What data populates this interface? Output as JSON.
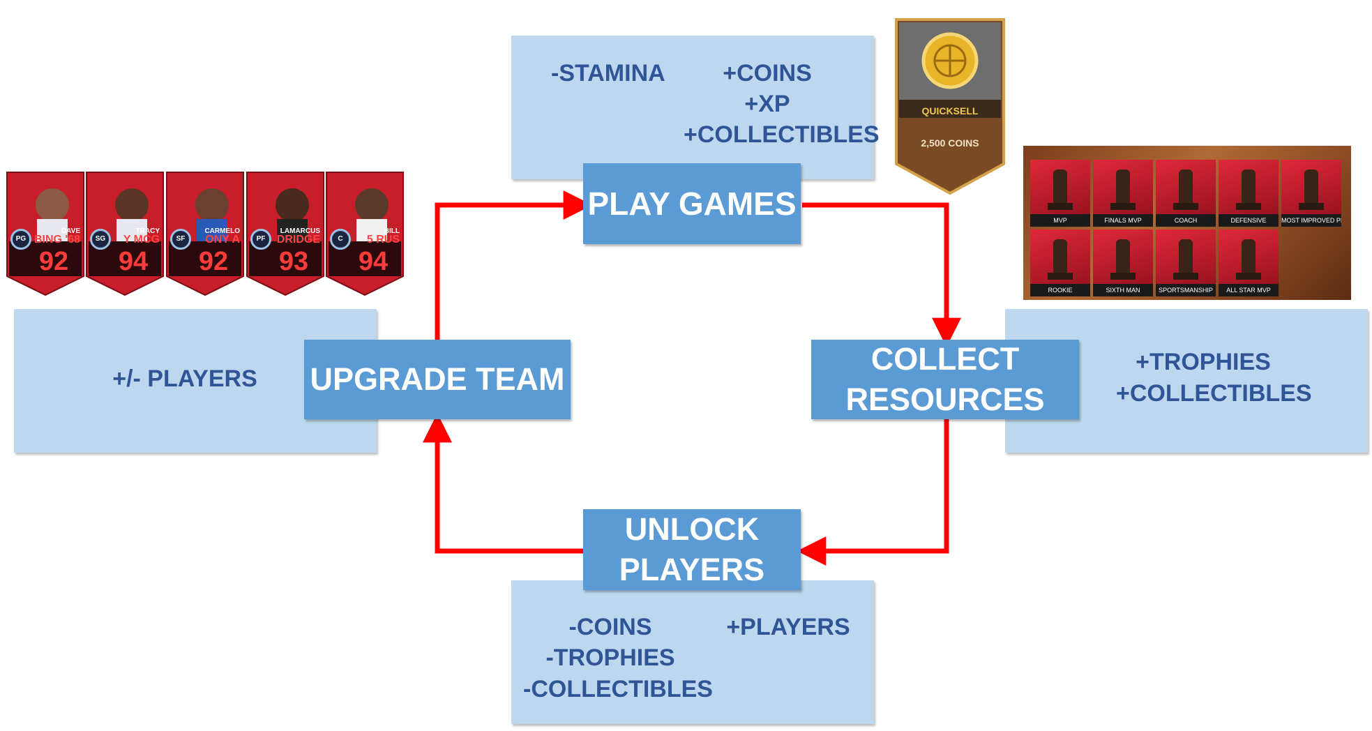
{
  "nodes": {
    "play_games": "PLAY GAMES",
    "collect_line1": "COLLECT",
    "collect_line2": "RESOURCES",
    "unlock_line1": "UNLOCK",
    "unlock_line2": "PLAYERS",
    "upgrade_team": "UPGRADE TEAM"
  },
  "panels": {
    "play": {
      "cost": "-STAMINA",
      "gain1": "+COINS",
      "gain2": "+XP",
      "gain3": "+COLLECTIBLES"
    },
    "collect": {
      "gain1": "+TROPHIES",
      "gain2": "+COLLECTIBLES"
    },
    "unlock": {
      "cost1": "-COINS",
      "cost2": "-TROPHIES",
      "cost3": "-COLLECTIBLES",
      "gain1": "+PLAYERS"
    },
    "upgrade": {
      "change": "+/- PLAYERS"
    }
  },
  "quicksell": {
    "label": "QUICKSELL",
    "coins": "2,500 COINS"
  },
  "player_cards": [
    {
      "position": "PG",
      "first": "DAVE",
      "last": "BING '68",
      "rating": "92"
    },
    {
      "position": "SG",
      "first": "TRACY",
      "last": "Y MCG",
      "rating": "94"
    },
    {
      "position": "SF",
      "first": "CARMELO",
      "last": "ONY A",
      "rating": "92"
    },
    {
      "position": "PF",
      "first": "LAMARCUS",
      "last": "DRIDGE",
      "rating": "93"
    },
    {
      "position": "C",
      "first": "BILL",
      "last": "5 RUS",
      "rating": "94"
    }
  ],
  "trophies": [
    "MVP",
    "FINALS MVP",
    "COACH",
    "DEFENSIVE",
    "MOST IMPROVED PLAYER",
    "ROOKIE",
    "SIXTH MAN",
    "SPORTSMANSHIP",
    "ALL STAR MVP"
  ],
  "colors": {
    "node": "#5b9bd5",
    "panel": "#bdd7ee",
    "panel_text": "#2f5597",
    "arrow": "#ff0000"
  }
}
